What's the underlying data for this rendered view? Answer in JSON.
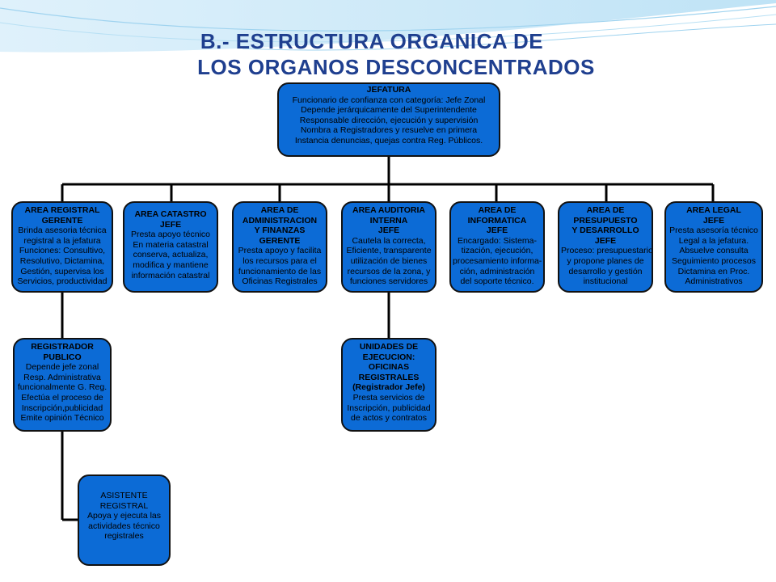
{
  "title": {
    "line1": "B.- ESTRUCTURA ORGANICA DE",
    "line2": "LOS ORGANOS DESCONCENTRADOS"
  },
  "colors": {
    "box": "#0c6bd6",
    "title": "#1f3f8f",
    "line": "#000000"
  },
  "nodes": {
    "jefatura": {
      "heading": [
        "JEFATURA"
      ],
      "body": [
        "Funcionario de confianza con categoría: Jefe Zonal",
        "Depende jerárquicamente del Superintendente",
        "Responsable dirección, ejecución y supervisión",
        "Nombra a Registradores y resuelve en primera",
        "Instancia denuncias, quejas contra Reg. Públicos."
      ]
    },
    "area_registral": {
      "heading": [
        "AREA REGISTRAL",
        "GERENTE"
      ],
      "body": [
        "Brinda asesoria técnica",
        "registral a la jefatura",
        "Funciones: Consultivo,",
        "Resolutivo, Dictamina,",
        "Gestión, supervisa los",
        "Servicios, productividad"
      ]
    },
    "area_catastro": {
      "heading": [
        "AREA CATASTRO",
        "JEFE"
      ],
      "body": [
        "Presta apoyo técnico",
        "En materia catastral",
        "conserva, actualiza,",
        "modifica y mantiene",
        "información catastral"
      ]
    },
    "area_administracion": {
      "heading": [
        "AREA DE",
        "ADMINISTRACION",
        "Y FINANZAS",
        "GERENTE"
      ],
      "body": [
        "Presta apoyo y facilita",
        "los recursos para el",
        "funcionamiento de las",
        "Oficinas Registrales"
      ]
    },
    "area_auditoria": {
      "heading": [
        "AREA AUDITORIA",
        "INTERNA",
        "JEFE"
      ],
      "body": [
        "Cautela la correcta,",
        "Eficiente, transparente",
        "utilización de bienes",
        "recursos de la zona, y",
        "funciones servidores"
      ]
    },
    "area_informatica": {
      "heading": [
        "AREA DE",
        "INFORMATICA",
        "JEFE"
      ],
      "body": [
        "Encargado: Sistema-",
        "tización, ejecución,",
        "procesamiento informa-",
        "ción, administración",
        "del soporte técnico."
      ]
    },
    "area_presupuesto": {
      "heading": [
        "AREA DE",
        "PRESUPUESTO",
        "Y DESARROLLO",
        "JEFE"
      ],
      "body": [
        "Proceso: presupuestario",
        "y  propone planes de",
        "desarrollo y gestión",
        "institucional"
      ]
    },
    "area_legal": {
      "heading": [
        "AREA LEGAL",
        "JEFE"
      ],
      "body": [
        "Presta asesoría técnico",
        "Legal a la jefatura.",
        "Absuelve consulta",
        "Seguimiento procesos",
        "Dictamina en Proc.",
        "Administrativos"
      ]
    },
    "registrador": {
      "heading": [
        "REGISTRADOR",
        "PUBLICO"
      ],
      "body": [
        "Depende jefe zonal",
        "Resp. Administrativa",
        "funcionalmente G. Reg.",
        "Efectúa el proceso de",
        "Inscripción,publicidad",
        "Emite opinión Técnico"
      ]
    },
    "unidades": {
      "heading": [
        "UNIDADES DE",
        "EJECUCION:",
        "OFICINAS",
        "REGISTRALES",
        "(Registrador Jefe)"
      ],
      "body": [
        "Presta servicios de",
        "Inscripción, publicidad",
        "de actos y contratos"
      ]
    },
    "asistente": {
      "heading": [],
      "body": [
        "ASISTENTE",
        "REGISTRAL",
        "Apoya y ejecuta las",
        "actividades técnico",
        "registrales"
      ]
    }
  }
}
